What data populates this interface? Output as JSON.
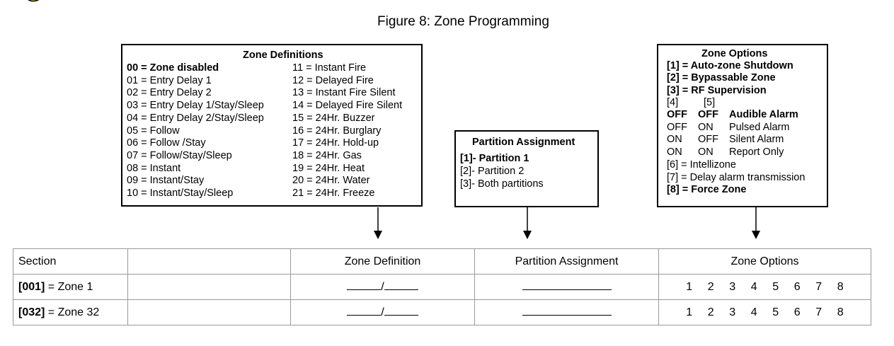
{
  "figure_title": "Figure 8: Zone Programming",
  "zone_definitions": {
    "title": "Zone Definitions",
    "left": [
      {
        "code": "00",
        "label": "Zone disabled",
        "bold": true
      },
      {
        "code": "01",
        "label": "Entry Delay 1"
      },
      {
        "code": "02",
        "label": "Entry Delay 2"
      },
      {
        "code": "03",
        "label": "Entry Delay 1/Stay/Sleep"
      },
      {
        "code": "04",
        "label": "Entry Delay 2/Stay/Sleep"
      },
      {
        "code": "05",
        "label": "Follow"
      },
      {
        "code": "06",
        "label": "Follow /Stay"
      },
      {
        "code": "07",
        "label": "Follow/Stay/Sleep"
      },
      {
        "code": "08",
        "label": "Instant"
      },
      {
        "code": "09",
        "label": "Instant/Stay"
      },
      {
        "code": "10",
        "label": "Instant/Stay/Sleep"
      }
    ],
    "right": [
      {
        "code": "11",
        "label": "Instant Fire"
      },
      {
        "code": "12",
        "label": "Delayed Fire"
      },
      {
        "code": "13",
        "label": "Instant Fire Silent"
      },
      {
        "code": "14",
        "label": "Delayed Fire Silent"
      },
      {
        "code": "15",
        "label": "24Hr. Buzzer"
      },
      {
        "code": "16",
        "label": "24Hr. Burglary"
      },
      {
        "code": "17",
        "label": "24Hr. Hold-up"
      },
      {
        "code": "18",
        "label": "24Hr. Gas"
      },
      {
        "code": "19",
        "label": "24Hr. Heat"
      },
      {
        "code": "20",
        "label": "24Hr. Water"
      },
      {
        "code": "21",
        "label": "24Hr. Freeze"
      }
    ]
  },
  "partition_assignment": {
    "title": "Partition Assignment",
    "items": [
      {
        "text": "[1]- Partition 1",
        "bold": true
      },
      {
        "text": "[2]- Partition 2"
      },
      {
        "text": "[3]- Both partitions"
      }
    ]
  },
  "zone_options": {
    "title": "Zone Options",
    "line1": "[1] = Auto-zone Shutdown",
    "line2": "[2] = Bypassable Zone",
    "line3": "[3] = RF Supervision",
    "header4": "[4]",
    "header5": "[5]",
    "alarm_rows": [
      {
        "c4": "OFF",
        "c5": "OFF",
        "label": "Audible Alarm",
        "bold": true
      },
      {
        "c4": "OFF",
        "c5": "ON",
        "label": "Pulsed Alarm"
      },
      {
        "c4": "ON",
        "c5": "OFF",
        "label": "Silent Alarm"
      },
      {
        "c4": "ON",
        "c5": "ON",
        "label": "Report Only"
      }
    ],
    "line6": "[6] = Intellizone",
    "line7": "[7] = Delay alarm transmission",
    "line8": "[8] = Force Zone"
  },
  "table": {
    "headers": {
      "section": "Section",
      "zone_definition": "Zone Definition",
      "partition_assignment": "Partition Assignment",
      "zone_options": "Zone Options"
    },
    "rows": [
      {
        "section_code": "[001]",
        "section_rest": " = Zone 1",
        "slash": "/",
        "options": [
          "1",
          "2",
          "3",
          "4",
          "5",
          "6",
          "7",
          "8"
        ]
      },
      {
        "section_code": "[032]",
        "section_rest": " = Zone 32",
        "slash": "/",
        "options": [
          "1",
          "2",
          "3",
          "4",
          "5",
          "6",
          "7",
          "8"
        ]
      }
    ]
  }
}
